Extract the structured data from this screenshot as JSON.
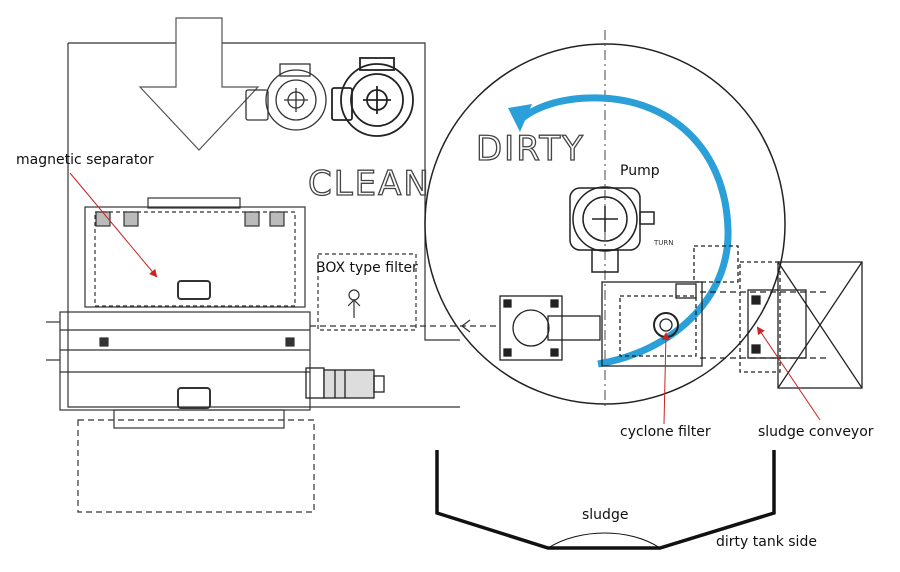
{
  "labels": {
    "clean": "CLEAN",
    "dirty": "DIRTY",
    "magnetic_separator": "magnetic separator",
    "box_type_filter": "BOX type filter",
    "pump": "Pump",
    "cyclone_filter": "cyclone filter",
    "sludge_conveyor": "sludge conveyor",
    "sludge": "sludge",
    "dirty_tank_side": "dirty tank side",
    "turn": "TURN"
  },
  "colors": {
    "line": "#333333",
    "flow_arrow": "#2a9fd8",
    "leader": "#cc2222"
  }
}
